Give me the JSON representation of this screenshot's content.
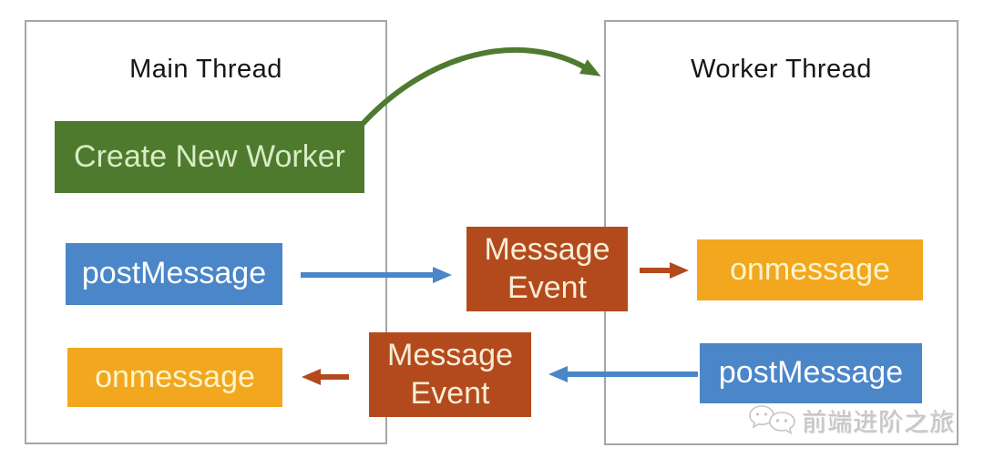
{
  "diagram": {
    "main_thread": {
      "title": "Main Thread",
      "create_worker_label": "Create New Worker",
      "post_message_label": "postMessage",
      "on_message_label": "onmessage"
    },
    "worker_thread": {
      "title": "Worker Thread",
      "on_message_label": "onmessage",
      "post_message_label": "postMessage"
    },
    "message_event_top_label": "Message Event",
    "message_event_bottom_label": "Message Event"
  },
  "watermark": {
    "text": "前端进阶之旅",
    "icon": "chat-bubbles-icon"
  },
  "colors": {
    "green_box": "#4e7a2e",
    "green_arrow": "#4e7b2f",
    "blue_box": "#4a86c8",
    "blue_arrow": "#4a86c8",
    "red_box": "#b34a1d",
    "red_arrow": "#b34a1d",
    "orange_box": "#f2a71e",
    "panel_border": "#a6a6a6",
    "title_text": "#161616",
    "watermark_gray": "#c6c6c6"
  }
}
